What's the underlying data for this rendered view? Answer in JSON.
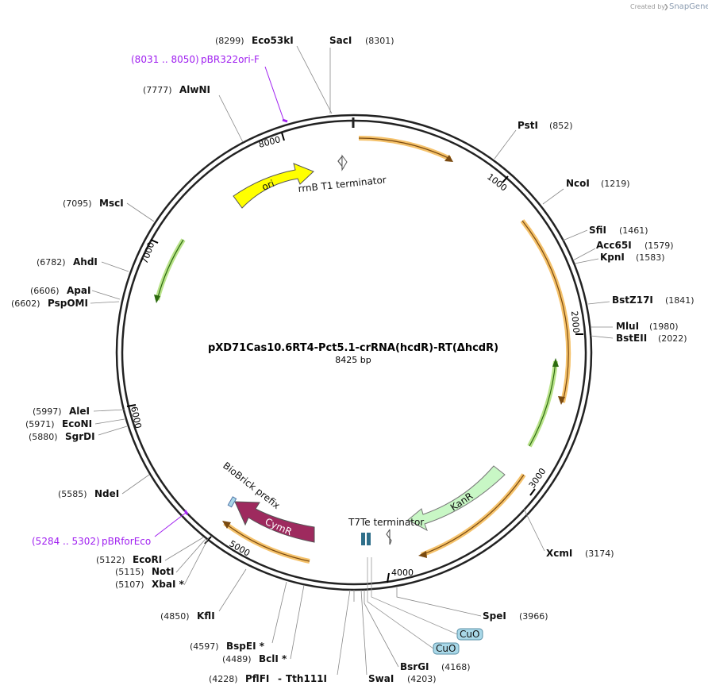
{
  "credit": {
    "prefix": "Created by",
    "brand": "SnapGene"
  },
  "plasmid": {
    "name": "pXD71Cas10.6RT4-Pct5.1-crRNA(hcdR)-RT(ΔhcdR)",
    "length": "8425 bp"
  },
  "ticks": [
    "1000",
    "2000",
    "3000",
    "4000",
    "5000",
    "6000",
    "7000",
    "8000"
  ],
  "sites": [
    {
      "name": "Eco53kI",
      "pos": "(8299)"
    },
    {
      "name": "SacI",
      "pos": "(8301)"
    },
    {
      "name": "PstI",
      "pos": "(852)"
    },
    {
      "name": "NcoI",
      "pos": "(1219)"
    },
    {
      "name": "SfiI",
      "pos": "(1461)"
    },
    {
      "name": "Acc65I",
      "pos": "(1579)"
    },
    {
      "name": "KpnI",
      "pos": "(1583)"
    },
    {
      "name": "BstZ17I",
      "pos": "(1841)"
    },
    {
      "name": "MluI",
      "pos": "(1980)"
    },
    {
      "name": "BstEII",
      "pos": "(2022)"
    },
    {
      "name": "XcmI",
      "pos": "(3174)"
    },
    {
      "name": "SpeI",
      "pos": "(3966)"
    },
    {
      "name": "BsrGI",
      "pos": "(4168)"
    },
    {
      "name": "SwaI",
      "pos": "(4203)"
    },
    {
      "name": "PflFI",
      "pos": "(4228)"
    },
    {
      "name": "Tth111I",
      "pos": ""
    },
    {
      "name": "BclI *",
      "pos": "(4489)"
    },
    {
      "name": "BspEI *",
      "pos": "(4597)"
    },
    {
      "name": "KflI",
      "pos": "(4850)"
    },
    {
      "name": "XbaI *",
      "pos": "(5107)"
    },
    {
      "name": "NotI",
      "pos": "(5115)"
    },
    {
      "name": "EcoRI",
      "pos": "(5122)"
    },
    {
      "name": "NdeI",
      "pos": "(5585)"
    },
    {
      "name": "SgrDI",
      "pos": "(5880)"
    },
    {
      "name": "EcoNI",
      "pos": "(5971)"
    },
    {
      "name": "AleI",
      "pos": "(5997)"
    },
    {
      "name": "PspOMI",
      "pos": "(6602)"
    },
    {
      "name": "ApaI",
      "pos": "(6606)"
    },
    {
      "name": "AhdI",
      "pos": "(6782)"
    },
    {
      "name": "MscI",
      "pos": "(7095)"
    },
    {
      "name": "AlwNI",
      "pos": "(7777)"
    }
  ],
  "primers": [
    {
      "pos": "(8031 .. 8050)",
      "name": "pBR322ori-F"
    },
    {
      "pos": "(5284 .. 5302)",
      "name": "pBRforEco"
    }
  ],
  "features": {
    "ori": "ori",
    "rrnb": "rrnB T1 terminator",
    "kanr": "KanR",
    "t7te": "T7Te terminator",
    "cymr": "CymR",
    "biobrick": "BioBrick prefix",
    "cuo1": "CuO",
    "cuo2": "CuO"
  },
  "colors": {
    "backbone": "#222222",
    "cds_orange": "#f5c26b",
    "cds_green": "#b9e38a",
    "ori": "#ffff00",
    "kanr": "#c8f7c5",
    "cymr": "#9e2a5e",
    "operator": "#a9d8e8",
    "primer": "#a020f0"
  }
}
